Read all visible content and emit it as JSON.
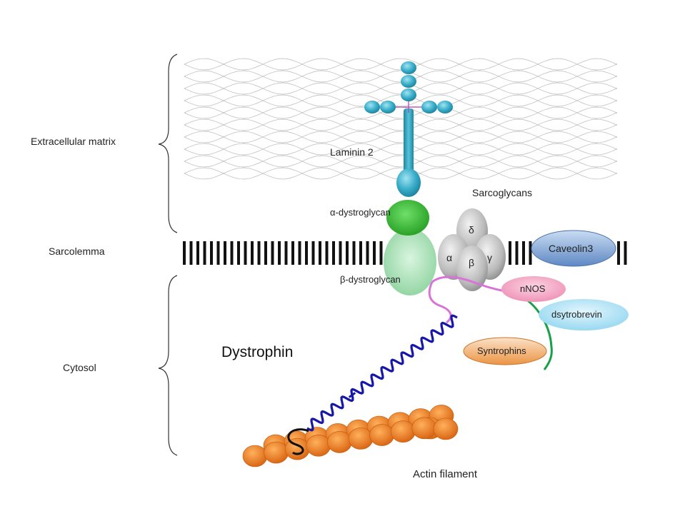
{
  "regions": {
    "extracellular": "Extracellular matrix",
    "sarcolemma": "Sarcolemma",
    "cytosol": "Cytosol"
  },
  "proteins": {
    "laminin": "Laminin 2",
    "sarcoglycans": "Sarcoglycans",
    "alpha_dystroglycan": "α-dystroglycan",
    "beta_dystroglycan": "β-dystroglycan",
    "caveolin": "Caveolin3",
    "nnos": "nNOS",
    "dystrobrevin": "dsytrobrevin",
    "syntrophins": "Syntrophins",
    "dystrophin": "Dystrophin",
    "actin": "Actin filament"
  },
  "sarcoglycan_subunits": {
    "delta": "δ",
    "alpha": "α",
    "gamma": "γ",
    "beta": "β"
  },
  "colors": {
    "laminin": "#2fa3bf",
    "alpha_dystroglycan": "#33b52e",
    "beta_dystroglycan": "#a8e0b8",
    "sarcoglycan": "#b5b5b5",
    "caveolin": "#8fb2dc",
    "nnos": "#f3a7c3",
    "dystrobrevin": "#b5e3f5",
    "syntrophins": "#f4b47e",
    "dystrophin": "#1616a8",
    "actin": "#e8741c",
    "linker": "#d873d8",
    "dystrobrevin_tail": "#18a04a"
  }
}
